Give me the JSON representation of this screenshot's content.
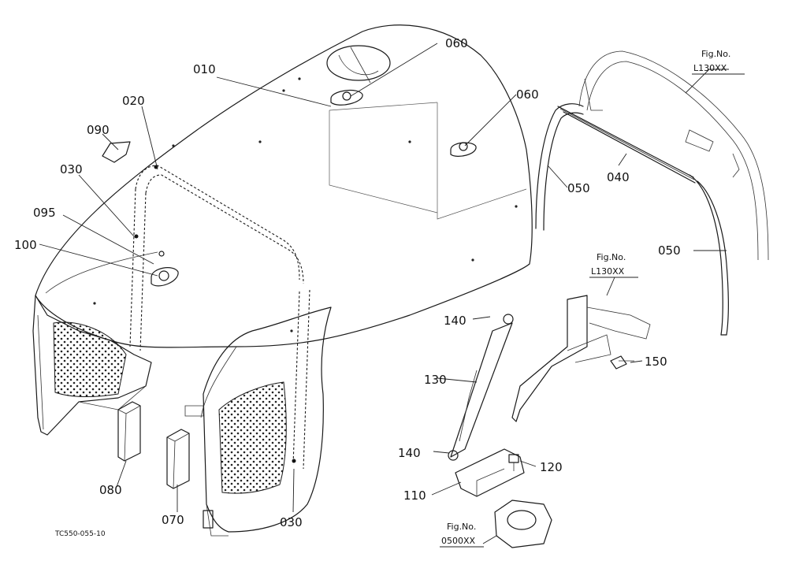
{
  "parts": [
    {
      "id": "p010",
      "label": "010"
    },
    {
      "id": "p020",
      "label": "020"
    },
    {
      "id": "p030a",
      "label": "030"
    },
    {
      "id": "p030b",
      "label": "030"
    },
    {
      "id": "p040",
      "label": "040"
    },
    {
      "id": "p050a",
      "label": "050"
    },
    {
      "id": "p050b",
      "label": "050"
    },
    {
      "id": "p060a",
      "label": "060"
    },
    {
      "id": "p060b",
      "label": "060"
    },
    {
      "id": "p070",
      "label": "070"
    },
    {
      "id": "p080",
      "label": "080"
    },
    {
      "id": "p090",
      "label": "090"
    },
    {
      "id": "p095",
      "label": "095"
    },
    {
      "id": "p100",
      "label": "100"
    },
    {
      "id": "p110",
      "label": "110"
    },
    {
      "id": "p120",
      "label": "120"
    },
    {
      "id": "p130",
      "label": "130"
    },
    {
      "id": "p140a",
      "label": "140"
    },
    {
      "id": "p140b",
      "label": "140"
    },
    {
      "id": "p150",
      "label": "150"
    }
  ],
  "figure_refs": [
    {
      "id": "ref1",
      "caption": "Fig.No.",
      "number": "L130XX"
    },
    {
      "id": "ref2",
      "caption": "Fig.No.",
      "number": "L130XX"
    },
    {
      "id": "ref3",
      "caption": "Fig.No.",
      "number": "0500XX"
    }
  ],
  "drawing_code": "TC550-055-10",
  "colors": {
    "ink": "#1a1a1a",
    "background": "#ffffff"
  }
}
